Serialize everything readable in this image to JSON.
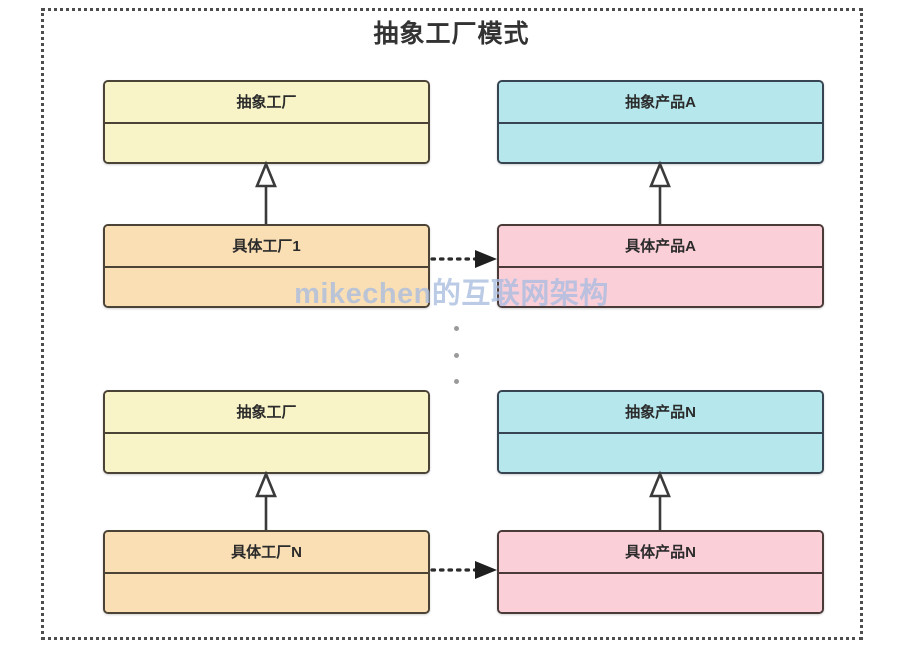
{
  "diagram": {
    "title": "抽象工厂模式",
    "watermark": "mikechen的互联网架构",
    "ellipsis_dots": 3,
    "colors": {
      "abstract_factory_fill": "#f8f4c8",
      "concrete_factory_fill": "#fadfb4",
      "abstract_product_fill": "#b5e7ec",
      "concrete_product_fill": "#fbcfd8",
      "box_stroke": "#4a4336",
      "product_stroke": "#374452",
      "frame_stroke": "#4d4d4d",
      "watermark_color": "#a9bde0",
      "title_color": "#333333"
    },
    "nodes": [
      {
        "id": "abstract-factory-a",
        "label": "抽象工厂",
        "kind": "abstract-factory"
      },
      {
        "id": "abstract-product-a",
        "label": "抽象产品A",
        "kind": "abstract-product"
      },
      {
        "id": "concrete-factory-1",
        "label": "具体工厂1",
        "kind": "concrete-factory"
      },
      {
        "id": "concrete-product-a",
        "label": "具体产品A",
        "kind": "concrete-product"
      },
      {
        "id": "abstract-factory-n",
        "label": "抽象工厂",
        "kind": "abstract-factory"
      },
      {
        "id": "abstract-product-n",
        "label": "抽象产品N",
        "kind": "abstract-product"
      },
      {
        "id": "concrete-factory-n",
        "label": "具体工厂N",
        "kind": "concrete-factory"
      },
      {
        "id": "concrete-product-n",
        "label": "具体产品N",
        "kind": "concrete-product"
      }
    ],
    "edges": [
      {
        "from": "concrete-factory-1",
        "to": "abstract-factory-a",
        "type": "generalization",
        "style": "solid",
        "arrow": "hollow-triangle"
      },
      {
        "from": "concrete-product-a",
        "to": "abstract-product-a",
        "type": "generalization",
        "style": "solid",
        "arrow": "hollow-triangle"
      },
      {
        "from": "concrete-factory-1",
        "to": "concrete-product-a",
        "type": "dependency",
        "style": "dotted",
        "arrow": "filled-triangle"
      },
      {
        "from": "concrete-factory-n",
        "to": "abstract-factory-n",
        "type": "generalization",
        "style": "solid",
        "arrow": "hollow-triangle"
      },
      {
        "from": "concrete-product-n",
        "to": "abstract-product-n",
        "type": "generalization",
        "style": "solid",
        "arrow": "hollow-triangle"
      },
      {
        "from": "concrete-factory-n",
        "to": "concrete-product-n",
        "type": "dependency",
        "style": "dotted",
        "arrow": "filled-triangle"
      }
    ]
  }
}
